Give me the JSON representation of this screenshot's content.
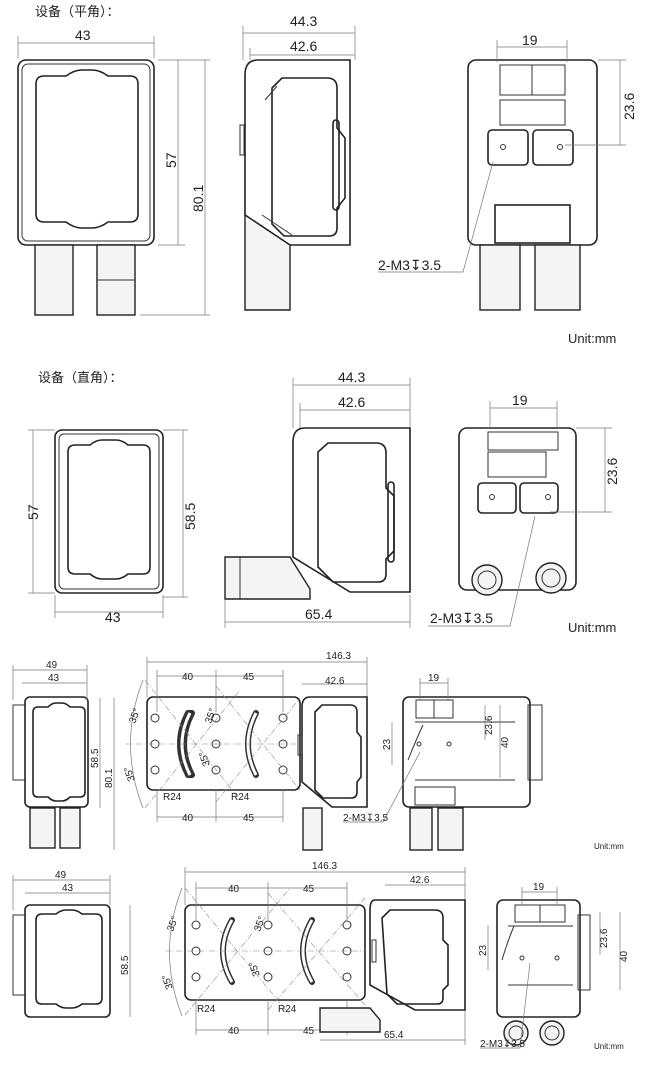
{
  "sections": [
    {
      "title": "设备（平角）：",
      "dims": {
        "front_width": "43",
        "front_height": "57",
        "total_height": "80.1",
        "side_depth": "44.3",
        "side_body": "42.6",
        "rear_spacing": "19",
        "rear_height": "23.6",
        "thread": "2-M3↧3.5"
      },
      "unit": "Unit:mm"
    },
    {
      "title": "设备（直角）：",
      "dims": {
        "front_width": "43",
        "front_height": "57",
        "body_height": "58.5",
        "side_depth": "44.3",
        "side_body": "42.6",
        "total_length": "65.4",
        "rear_spacing": "19",
        "rear_height": "23.6",
        "thread": "2-M3↧3.5"
      },
      "unit": "Unit:mm"
    },
    {
      "dims": {
        "bracket_width": "49",
        "front_width": "43",
        "body_height": "58.5",
        "total_height": "80.1",
        "total_length": "146.3",
        "hole_spacing_1": "40",
        "hole_spacing_2": "45",
        "side_body": "42.6",
        "angle": "35°",
        "radius": "R24",
        "rear_spacing": "19",
        "rear_height": "23.6",
        "rear_total": "40",
        "rear_hole": "23",
        "thread": "2-M3↧3.5"
      },
      "unit": "Unit:mm"
    },
    {
      "dims": {
        "bracket_width": "49",
        "front_width": "43",
        "body_height": "58.5",
        "total_length": "146.3",
        "hole_spacing_1": "40",
        "hole_spacing_2": "45",
        "side_body": "42.6",
        "total_length_side": "65.4",
        "angle": "35°",
        "radius": "R24",
        "rear_spacing": "19",
        "rear_height": "23.6",
        "rear_total": "40",
        "rear_hole": "23",
        "thread": "2-M3↧3.5"
      },
      "unit": "Unit:mm"
    }
  ]
}
